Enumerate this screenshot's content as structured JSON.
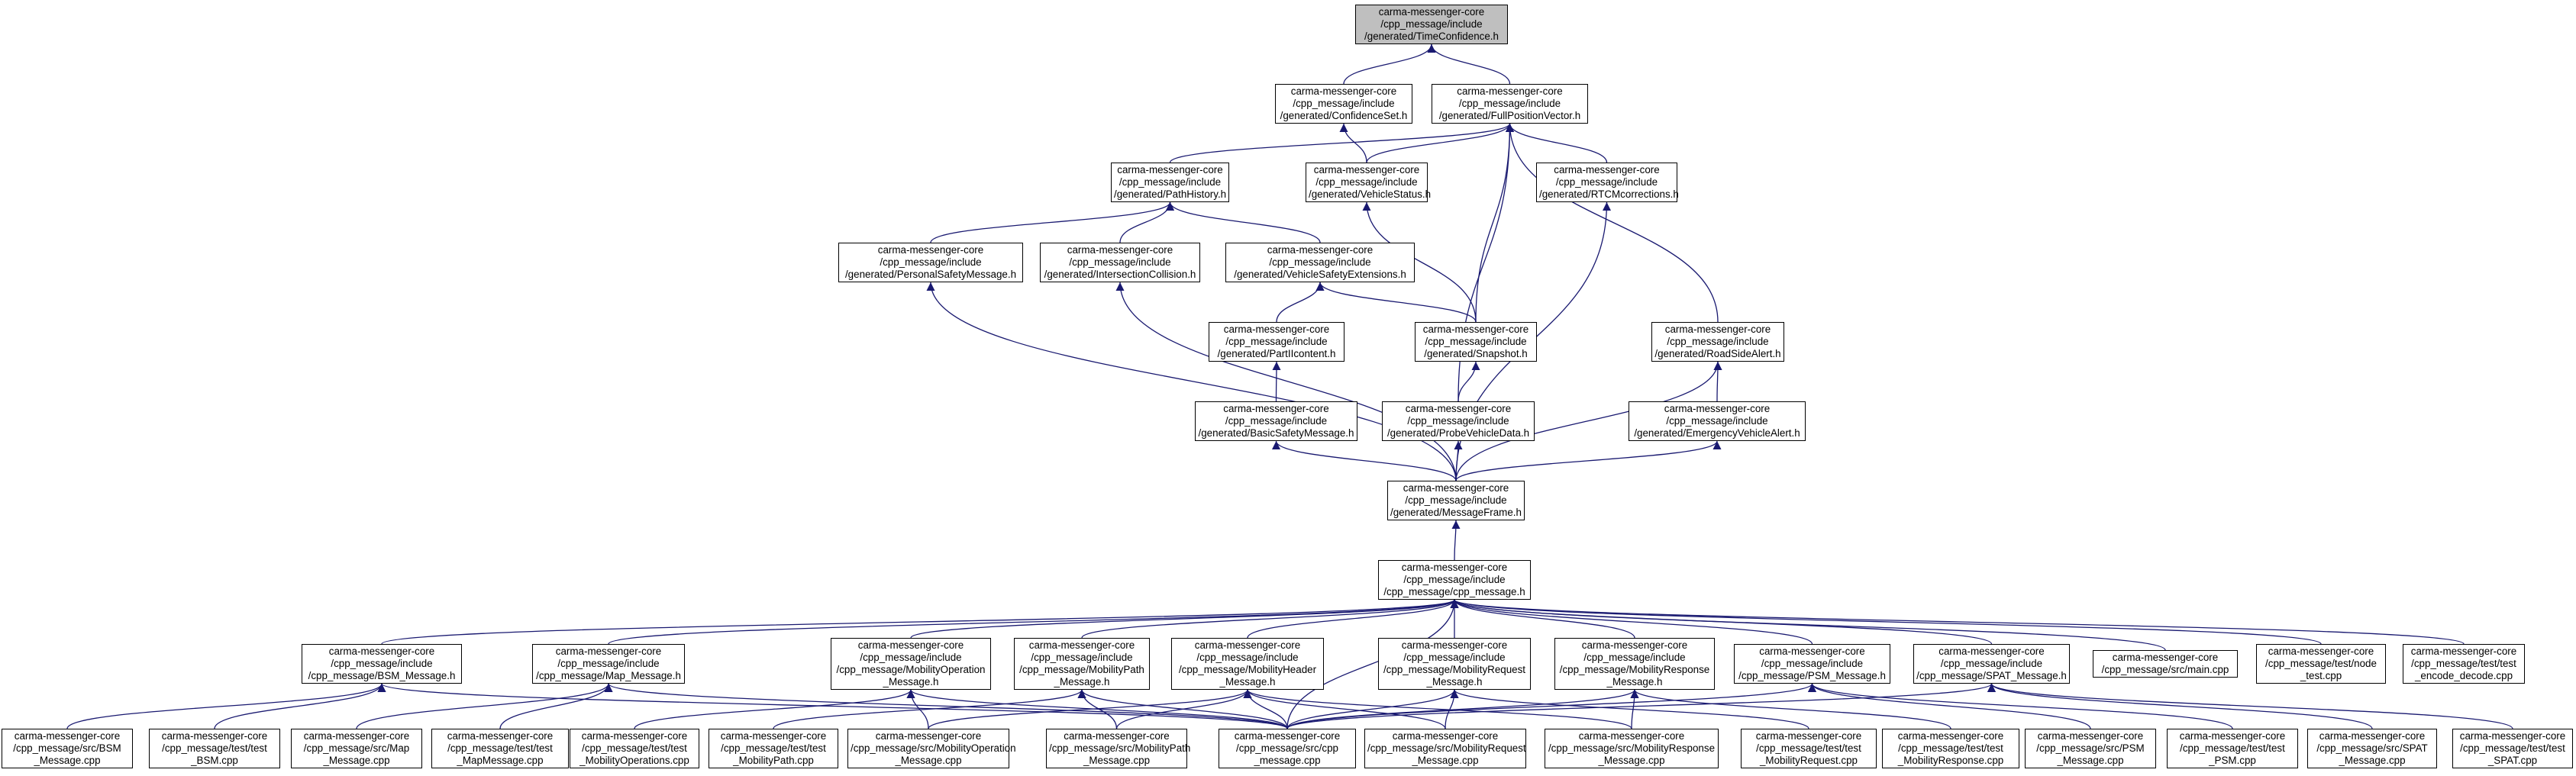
{
  "colors": {
    "edge": "#191970",
    "root_fill": "#bfbfbf",
    "node_border": "#000000"
  },
  "nodes": [
    {
      "id": "TimeConfidence",
      "lines": [
        "carma-messenger-core",
        "/cpp_message/include",
        "/generated/TimeConfidence.h"
      ],
      "root": true
    },
    {
      "id": "ConfidenceSet",
      "lines": [
        "carma-messenger-core",
        "/cpp_message/include",
        "/generated/ConfidenceSet.h"
      ]
    },
    {
      "id": "FullPositionVector",
      "lines": [
        "carma-messenger-core",
        "/cpp_message/include",
        "/generated/FullPositionVector.h"
      ]
    },
    {
      "id": "PathHistory",
      "lines": [
        "carma-messenger-core",
        "/cpp_message/include",
        "/generated/PathHistory.h"
      ]
    },
    {
      "id": "VehicleStatus",
      "lines": [
        "carma-messenger-core",
        "/cpp_message/include",
        "/generated/VehicleStatus.h"
      ]
    },
    {
      "id": "RTCMcorrections",
      "lines": [
        "carma-messenger-core",
        "/cpp_message/include",
        "/generated/RTCMcorrections.h"
      ]
    },
    {
      "id": "PersonalSafetyMessage",
      "lines": [
        "carma-messenger-core",
        "/cpp_message/include",
        "/generated/PersonalSafetyMessage.h"
      ]
    },
    {
      "id": "IntersectionCollision",
      "lines": [
        "carma-messenger-core",
        "/cpp_message/include",
        "/generated/IntersectionCollision.h"
      ]
    },
    {
      "id": "VehicleSafetyExtensions",
      "lines": [
        "carma-messenger-core",
        "/cpp_message/include",
        "/generated/VehicleSafetyExtensions.h"
      ]
    },
    {
      "id": "PartIIcontent",
      "lines": [
        "carma-messenger-core",
        "/cpp_message/include",
        "/generated/PartIIcontent.h"
      ]
    },
    {
      "id": "Snapshot",
      "lines": [
        "carma-messenger-core",
        "/cpp_message/include",
        "/generated/Snapshot.h"
      ]
    },
    {
      "id": "RoadSideAlert",
      "lines": [
        "carma-messenger-core",
        "/cpp_message/include",
        "/generated/RoadSideAlert.h"
      ]
    },
    {
      "id": "BasicSafetyMessage",
      "lines": [
        "carma-messenger-core",
        "/cpp_message/include",
        "/generated/BasicSafetyMessage.h"
      ]
    },
    {
      "id": "ProbeVehicleData",
      "lines": [
        "carma-messenger-core",
        "/cpp_message/include",
        "/generated/ProbeVehicleData.h"
      ]
    },
    {
      "id": "EmergencyVehicleAlert",
      "lines": [
        "carma-messenger-core",
        "/cpp_message/include",
        "/generated/EmergencyVehicleAlert.h"
      ]
    },
    {
      "id": "MessageFrame",
      "lines": [
        "carma-messenger-core",
        "/cpp_message/include",
        "/generated/MessageFrame.h"
      ]
    },
    {
      "id": "cpp_message_h",
      "lines": [
        "carma-messenger-core",
        "/cpp_message/include",
        "/cpp_message/cpp_message.h"
      ]
    },
    {
      "id": "BSM_Message_h",
      "lines": [
        "carma-messenger-core",
        "/cpp_message/include",
        "/cpp_message/BSM_Message.h"
      ]
    },
    {
      "id": "Map_Message_h",
      "lines": [
        "carma-messenger-core",
        "/cpp_message/include",
        "/cpp_message/Map_Message.h"
      ]
    },
    {
      "id": "MobilityOperation_h",
      "lines": [
        "carma-messenger-core",
        "/cpp_message/include",
        "/cpp_message/MobilityOperation",
        "_Message.h"
      ]
    },
    {
      "id": "MobilityPath_h",
      "lines": [
        "carma-messenger-core",
        "/cpp_message/include",
        "/cpp_message/MobilityPath",
        "_Message.h"
      ]
    },
    {
      "id": "MobilityHeader_h",
      "lines": [
        "carma-messenger-core",
        "/cpp_message/include",
        "/cpp_message/MobilityHeader",
        "_Message.h"
      ]
    },
    {
      "id": "MobilityRequest_h",
      "lines": [
        "carma-messenger-core",
        "/cpp_message/include",
        "/cpp_message/MobilityRequest",
        "_Message.h"
      ]
    },
    {
      "id": "MobilityResponse_h",
      "lines": [
        "carma-messenger-core",
        "/cpp_message/include",
        "/cpp_message/MobilityResponse",
        "_Message.h"
      ]
    },
    {
      "id": "PSM_Message_h",
      "lines": [
        "carma-messenger-core",
        "/cpp_message/include",
        "/cpp_message/PSM_Message.h"
      ]
    },
    {
      "id": "SPAT_Message_h",
      "lines": [
        "carma-messenger-core",
        "/cpp_message/include",
        "/cpp_message/SPAT_Message.h"
      ]
    },
    {
      "id": "main_cpp",
      "lines": [
        "carma-messenger-core",
        "/cpp_message/src/main.cpp"
      ]
    },
    {
      "id": "node_test_cpp",
      "lines": [
        "carma-messenger-core",
        "/cpp_message/test/node",
        "_test.cpp"
      ]
    },
    {
      "id": "test_encode_decode_cpp",
      "lines": [
        "carma-messenger-core",
        "/cpp_message/test/test",
        "_encode_decode.cpp"
      ]
    },
    {
      "id": "src_BSM_cpp",
      "lines": [
        "carma-messenger-core",
        "/cpp_message/src/BSM",
        "_Message.cpp"
      ]
    },
    {
      "id": "test_BSM_cpp",
      "lines": [
        "carma-messenger-core",
        "/cpp_message/test/test",
        "_BSM.cpp"
      ]
    },
    {
      "id": "src_Map_cpp",
      "lines": [
        "carma-messenger-core",
        "/cpp_message/src/Map",
        "_Message.cpp"
      ]
    },
    {
      "id": "test_Map_cpp",
      "lines": [
        "carma-messenger-core",
        "/cpp_message/test/test",
        "_MapMessage.cpp"
      ]
    },
    {
      "id": "test_MobilityOperations_cpp",
      "lines": [
        "carma-messenger-core",
        "/cpp_message/test/test",
        "_MobilityOperations.cpp"
      ]
    },
    {
      "id": "test_MobilityPath_cpp",
      "lines": [
        "carma-messenger-core",
        "/cpp_message/test/test",
        "_MobilityPath.cpp"
      ]
    },
    {
      "id": "src_MobilityOperation_cpp",
      "lines": [
        "carma-messenger-core",
        "/cpp_message/src/MobilityOperation",
        "_Message.cpp"
      ]
    },
    {
      "id": "src_MobilityPath_cpp",
      "lines": [
        "carma-messenger-core",
        "/cpp_message/src/MobilityPath",
        "_Message.cpp"
      ]
    },
    {
      "id": "src_cpp_message_cpp",
      "lines": [
        "carma-messenger-core",
        "/cpp_message/src/cpp",
        "_message.cpp"
      ]
    },
    {
      "id": "src_MobilityRequest_cpp",
      "lines": [
        "carma-messenger-core",
        "/cpp_message/src/MobilityRequest",
        "_Message.cpp"
      ]
    },
    {
      "id": "src_MobilityResponse_cpp",
      "lines": [
        "carma-messenger-core",
        "/cpp_message/src/MobilityResponse",
        "_Message.cpp"
      ]
    },
    {
      "id": "test_MobilityRequest_cpp",
      "lines": [
        "carma-messenger-core",
        "/cpp_message/test/test",
        "_MobilityRequest.cpp"
      ]
    },
    {
      "id": "test_MobilityResponse_cpp",
      "lines": [
        "carma-messenger-core",
        "/cpp_message/test/test",
        "_MobilityResponse.cpp"
      ]
    },
    {
      "id": "src_PSM_cpp",
      "lines": [
        "carma-messenger-core",
        "/cpp_message/src/PSM",
        "_Message.cpp"
      ]
    },
    {
      "id": "test_PSM_cpp",
      "lines": [
        "carma-messenger-core",
        "/cpp_message/test/test",
        "_PSM.cpp"
      ]
    },
    {
      "id": "src_SPAT_cpp",
      "lines": [
        "carma-messenger-core",
        "/cpp_message/src/SPAT",
        "_Message.cpp"
      ]
    },
    {
      "id": "test_SPAT_cpp",
      "lines": [
        "carma-messenger-core",
        "/cpp_message/test/test",
        "_SPAT.cpp"
      ]
    }
  ],
  "edges": [
    [
      "ConfidenceSet",
      "TimeConfidence"
    ],
    [
      "FullPositionVector",
      "TimeConfidence"
    ],
    [
      "VehicleStatus",
      "ConfidenceSet"
    ],
    [
      "PathHistory",
      "FullPositionVector"
    ],
    [
      "VehicleStatus",
      "FullPositionVector"
    ],
    [
      "RTCMcorrections",
      "FullPositionVector"
    ],
    [
      "Snapshot",
      "FullPositionVector"
    ],
    [
      "ProbeVehicleData",
      "FullPositionVector"
    ],
    [
      "RoadSideAlert",
      "FullPositionVector"
    ],
    [
      "PersonalSafetyMessage",
      "PathHistory"
    ],
    [
      "IntersectionCollision",
      "PathHistory"
    ],
    [
      "VehicleSafetyExtensions",
      "PathHistory"
    ],
    [
      "Snapshot",
      "VehicleStatus"
    ],
    [
      "MessageFrame",
      "RTCMcorrections"
    ],
    [
      "MessageFrame",
      "PersonalSafetyMessage"
    ],
    [
      "MessageFrame",
      "IntersectionCollision"
    ],
    [
      "PartIIcontent",
      "VehicleSafetyExtensions"
    ],
    [
      "Snapshot",
      "VehicleSafetyExtensions"
    ],
    [
      "BasicSafetyMessage",
      "PartIIcontent"
    ],
    [
      "ProbeVehicleData",
      "Snapshot"
    ],
    [
      "MessageFrame",
      "RoadSideAlert"
    ],
    [
      "EmergencyVehicleAlert",
      "RoadSideAlert"
    ],
    [
      "MessageFrame",
      "BasicSafetyMessage"
    ],
    [
      "MessageFrame",
      "ProbeVehicleData"
    ],
    [
      "MessageFrame",
      "EmergencyVehicleAlert"
    ],
    [
      "cpp_message_h",
      "MessageFrame"
    ],
    [
      "BSM_Message_h",
      "cpp_message_h"
    ],
    [
      "Map_Message_h",
      "cpp_message_h"
    ],
    [
      "MobilityOperation_h",
      "cpp_message_h"
    ],
    [
      "MobilityPath_h",
      "cpp_message_h"
    ],
    [
      "MobilityHeader_h",
      "cpp_message_h"
    ],
    [
      "MobilityRequest_h",
      "cpp_message_h"
    ],
    [
      "MobilityResponse_h",
      "cpp_message_h"
    ],
    [
      "PSM_Message_h",
      "cpp_message_h"
    ],
    [
      "SPAT_Message_h",
      "cpp_message_h"
    ],
    [
      "main_cpp",
      "cpp_message_h"
    ],
    [
      "node_test_cpp",
      "cpp_message_h"
    ],
    [
      "test_encode_decode_cpp",
      "cpp_message_h"
    ],
    [
      "src_cpp_message_cpp",
      "cpp_message_h"
    ],
    [
      "src_BSM_cpp",
      "BSM_Message_h"
    ],
    [
      "test_BSM_cpp",
      "BSM_Message_h"
    ],
    [
      "src_cpp_message_cpp",
      "BSM_Message_h"
    ],
    [
      "src_Map_cpp",
      "Map_Message_h"
    ],
    [
      "test_Map_cpp",
      "Map_Message_h"
    ],
    [
      "src_cpp_message_cpp",
      "Map_Message_h"
    ],
    [
      "test_MobilityOperations_cpp",
      "MobilityOperation_h"
    ],
    [
      "src_MobilityOperation_cpp",
      "MobilityOperation_h"
    ],
    [
      "src_cpp_message_cpp",
      "MobilityOperation_h"
    ],
    [
      "test_MobilityPath_cpp",
      "MobilityPath_h"
    ],
    [
      "src_MobilityPath_cpp",
      "MobilityPath_h"
    ],
    [
      "src_cpp_message_cpp",
      "MobilityPath_h"
    ],
    [
      "src_MobilityOperation_cpp",
      "MobilityHeader_h"
    ],
    [
      "src_MobilityPath_cpp",
      "MobilityHeader_h"
    ],
    [
      "src_cpp_message_cpp",
      "MobilityHeader_h"
    ],
    [
      "src_MobilityRequest_cpp",
      "MobilityHeader_h"
    ],
    [
      "src_MobilityResponse_cpp",
      "MobilityHeader_h"
    ],
    [
      "src_MobilityRequest_cpp",
      "MobilityRequest_h"
    ],
    [
      "test_MobilityRequest_cpp",
      "MobilityRequest_h"
    ],
    [
      "src_cpp_message_cpp",
      "MobilityRequest_h"
    ],
    [
      "src_MobilityResponse_cpp",
      "MobilityResponse_h"
    ],
    [
      "test_MobilityResponse_cpp",
      "MobilityResponse_h"
    ],
    [
      "src_cpp_message_cpp",
      "MobilityResponse_h"
    ],
    [
      "src_PSM_cpp",
      "PSM_Message_h"
    ],
    [
      "test_PSM_cpp",
      "PSM_Message_h"
    ],
    [
      "src_cpp_message_cpp",
      "PSM_Message_h"
    ],
    [
      "src_SPAT_cpp",
      "SPAT_Message_h"
    ],
    [
      "test_SPAT_cpp",
      "SPAT_Message_h"
    ],
    [
      "src_cpp_message_cpp",
      "SPAT_Message_h"
    ]
  ]
}
